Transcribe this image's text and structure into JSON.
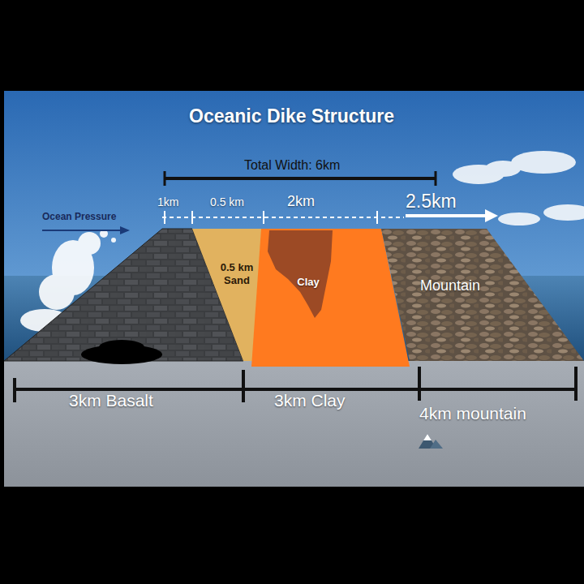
{
  "diagram": {
    "title": "Oceanic Dike Structure",
    "nodes": [
      {
        "text": [
          "0.5 km Sand"
        ]
      },
      {
        "text": [
          "Clay"
        ]
      },
      {
        "text": [
          "Mountain"
        ]
      }
    ],
    "labels": [
      "Total Width: 6km",
      "1km",
      "0.5 km",
      "2km",
      "2.5km",
      "Ocean Pressure",
      "3km Basalt",
      "3km Clay",
      "4km mountain"
    ]
  }
}
